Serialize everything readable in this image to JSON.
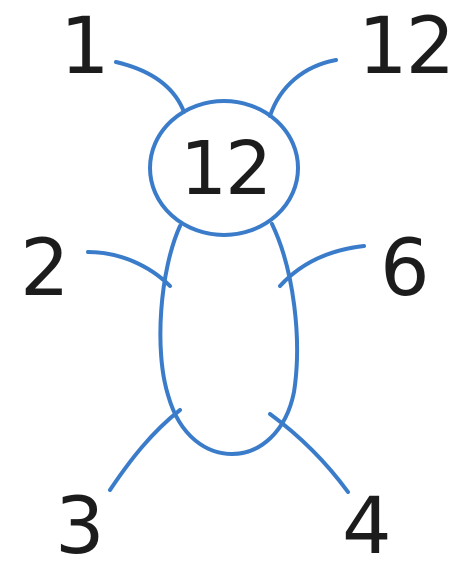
{
  "colors": {
    "stroke": "#3a7cc9",
    "text": "#1c1c1c",
    "background": "#ffffff"
  },
  "labels": {
    "top_left": "1",
    "top_right": "12",
    "head": "12",
    "mid_left": "2",
    "mid_right": "6",
    "bottom_left": "3",
    "bottom_right": "4"
  }
}
